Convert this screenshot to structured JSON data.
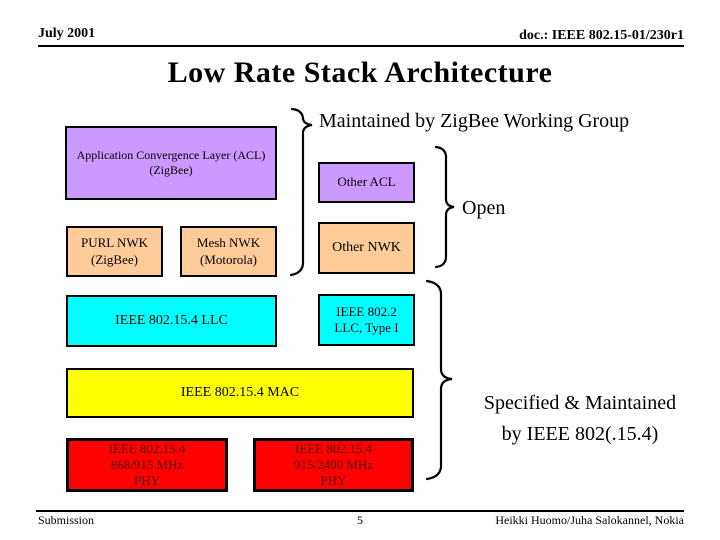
{
  "header": {
    "date": "July 2001",
    "doc": "doc.: IEEE 802.15-01/230r1"
  },
  "title": "Low Rate Stack Architecture",
  "diagram": {
    "boxes": {
      "acl": {
        "line1": "Application Convergence Layer (ACL)",
        "line2": "(ZigBee)",
        "color": "#CC99FF"
      },
      "other_acl": {
        "label": "Other ACL",
        "color": "#CC99FF"
      },
      "purl_nwk": {
        "line1": "PURL NWK",
        "line2": "(ZigBee)",
        "color": "#FFCC99"
      },
      "mesh_nwk": {
        "line1": "Mesh NWK",
        "line2": "(Motorola)",
        "color": "#FFCC99"
      },
      "other_nwk": {
        "label": "Other NWK",
        "color": "#FFCC99"
      },
      "llc_154": {
        "label": "IEEE 802.15.4 LLC",
        "color": "#00FFFF"
      },
      "llc_8022": {
        "line1": "IEEE 802.2",
        "line2": "LLC, Type I",
        "color": "#00FFFF"
      },
      "mac": {
        "label": "IEEE 802.15.4 MAC",
        "color": "#FFFF00"
      },
      "phy_868": {
        "line1": "IEEE 802.15.4",
        "line2": "868/915 MHz",
        "line3": "PHY",
        "color": "#FF0000"
      },
      "phy_915": {
        "line1": "IEEE 802.15.4",
        "line2": "915/2400 MHz",
        "line3": "PHY",
        "color": "#FF0000"
      }
    },
    "annotations": {
      "maintained": "Maintained by ZigBee Working Group",
      "open": "Open",
      "specified_line1": "Specified & Maintained",
      "specified_line2": "by IEEE 802(.15.4)"
    }
  },
  "footer": {
    "left": "Submission",
    "page": "5",
    "right": "Heikki Huomo/Juha Salokannel, Nokia"
  }
}
